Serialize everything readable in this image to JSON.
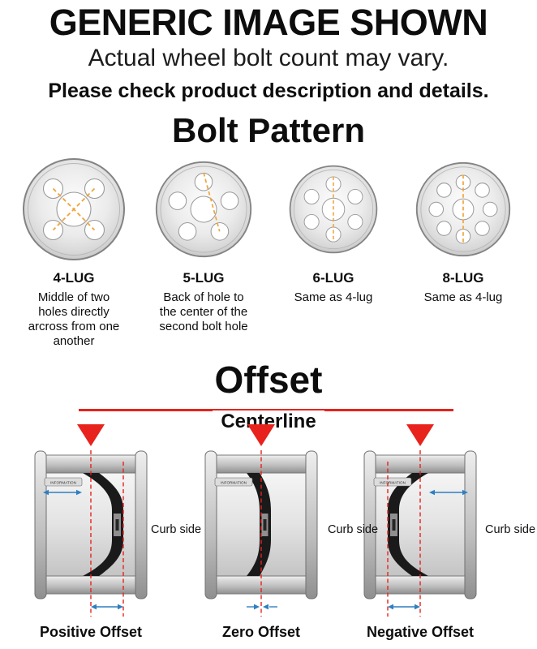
{
  "header": {
    "title": "GENERIC IMAGE SHOWN",
    "subtitle": "Actual wheel bolt count may vary.",
    "note": "Please check product description and details."
  },
  "bolt_pattern": {
    "heading": "Bolt Pattern",
    "items": [
      {
        "label": "4-LUG",
        "description": "Middle of two holes directly arcross from one another"
      },
      {
        "label": "5-LUG",
        "description": "Back of hole to the center of the second bolt hole"
      },
      {
        "label": "6-LUG",
        "description": "Same as 4-lug"
      },
      {
        "label": "8-LUG",
        "description": "Same as 4-lug"
      }
    ]
  },
  "offset": {
    "heading": "Offset",
    "centerline_label": "Centerline",
    "curb_side": "Curb side",
    "barrel_text": "INFORMATION",
    "diagrams": [
      {
        "label": "Positive Offset"
      },
      {
        "label": "Zero Offset"
      },
      {
        "label": "Negative Offset"
      }
    ]
  },
  "colors": {
    "centerline_red": "#e8221c",
    "dimension_blue": "#2f7fc1",
    "bolt_dash_orange": "#f0a43a"
  }
}
